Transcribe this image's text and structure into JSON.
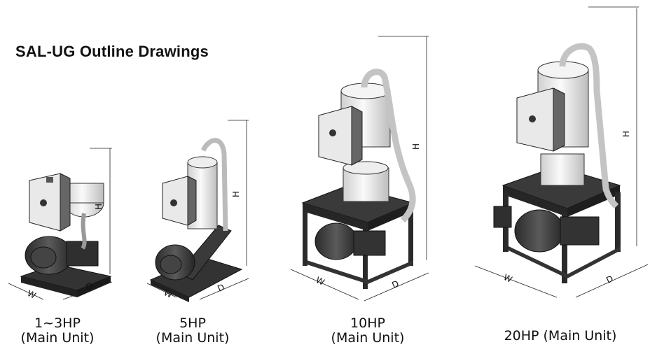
{
  "title": "SAL-UG Outline Drawings",
  "dimension_labels": {
    "height": "H",
    "width": "W",
    "depth": "D"
  },
  "units": [
    {
      "model": "1~3HP",
      "note": "(Main Unit)"
    },
    {
      "model": "5HP",
      "note": "(Main Unit)"
    },
    {
      "model": "10HP",
      "note": "(Main Unit)"
    },
    {
      "model": "20HP (Main Unit)"
    }
  ],
  "colors": {
    "frame": "#3a3a3a",
    "steel": "#e6e6e6",
    "panel": "#555555",
    "line": "#222222"
  }
}
